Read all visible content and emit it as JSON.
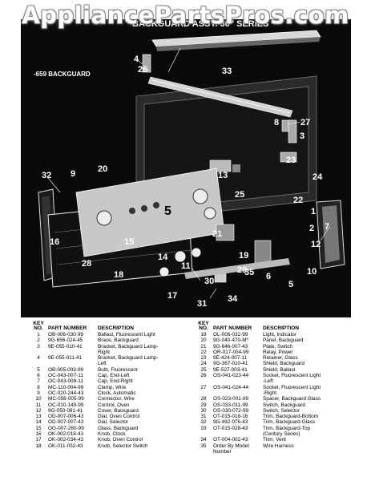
{
  "watermark": "AppliancePartsPros.com",
  "diagram": {
    "title": "BACKGUARD ASSY. 30\" SERIES",
    "subtitle": "-659 BACKGUARD",
    "callouts": [
      "33",
      "4",
      "26",
      "8",
      "27",
      "3",
      "24",
      "23",
      "32",
      "9",
      "20",
      "13",
      "25",
      "22",
      "1",
      "7",
      "2",
      "12",
      "15",
      "21",
      "16",
      "28",
      "14",
      "18",
      "11",
      "19",
      "10",
      "6",
      "5",
      "30",
      "17",
      "31",
      "34",
      "35",
      "29"
    ]
  },
  "table": {
    "headers": {
      "key": "KEY\nNO.",
      "part": "PART NUMBER",
      "desc": "DESCRIPTION"
    },
    "left": [
      {
        "key": "1",
        "part": "OB-006-030-99",
        "desc": "Ballast, Fluorescent Light"
      },
      {
        "key": "2",
        "part": "9G-656-024-45",
        "desc": "Brace, Backguard"
      },
      {
        "key": "3",
        "part": "9E-055-010-41",
        "desc": "Bracket, Backguard Lamp-\nRight"
      },
      {
        "key": "4",
        "part": "9E-055-011-41",
        "desc": "Bracket, Backguard Lamp-\nLeft"
      },
      {
        "key": "5",
        "part": "OB-005-003-99",
        "desc": "Bulb, Fluorescent"
      },
      {
        "key": "6",
        "part": "OC-043-007-11",
        "desc": "Cap, End-Left"
      },
      {
        "key": "7",
        "part": "OC-043-008-11",
        "desc": "Cap, End-Right"
      },
      {
        "key": "8",
        "part": "MC-110-004-99",
        "desc": "Clamp, Wire"
      },
      {
        "key": "9",
        "part": "OC-020-244-43",
        "desc": "Clock, Automatic"
      },
      {
        "key": "10",
        "part": "MC-058-005-99",
        "desc": "Connector, Wire"
      },
      {
        "key": "11",
        "part": "OC-010-149-99",
        "desc": "Control, Oven"
      },
      {
        "key": "12",
        "part": "9G-050-081-41",
        "desc": "Cover, Backguard"
      },
      {
        "key": "13",
        "part": "OD-007-006-43",
        "desc": "Dial, Oven Control"
      },
      {
        "key": "14",
        "part": "OD-007-007-43",
        "desc": "Dial, Selector"
      },
      {
        "key": "15",
        "part": "OG-007-260-99",
        "desc": "Glass, Backguard"
      },
      {
        "key": "16",
        "part": "OK-002-018-43",
        "desc": "Knob, Clock"
      },
      {
        "key": "17",
        "part": "OK-002-034-43",
        "desc": "Knob, Oven Control"
      },
      {
        "key": "18",
        "part": "OK-011-052-43",
        "desc": "Knob, Selector Switch"
      }
    ],
    "right": [
      {
        "key": "19",
        "part": "OL-006-032-99",
        "desc": "Light, Indicator"
      },
      {
        "key": "20",
        "part": "9G-040-470-M*",
        "desc": "Panel, Backguard"
      },
      {
        "key": "21",
        "part": "9G-646-007-43",
        "desc": "Plate, Switch"
      },
      {
        "key": "22",
        "part": "OR-017-004-99",
        "desc": "Relay, Power"
      },
      {
        "key": "23",
        "part": "9E-424-007-11",
        "desc": "Retainer, Glass"
      },
      {
        "key": "24",
        "part": "9G-367-010-41",
        "desc": "Shield, Backguard"
      },
      {
        "key": "25",
        "part": "9E-527-003-41",
        "desc": "Shield, Ballast"
      },
      {
        "key": "26",
        "part": "OS-041-023-44",
        "desc": "Socket, Fluorescent Light\n-Left"
      },
      {
        "key": "27",
        "part": "OS-041-024-44",
        "desc": "Socket, Fluorescent Light\n-Right"
      },
      {
        "key": "28",
        "part": "OS-023-001-99",
        "desc": "Spacer, Backguard Glass"
      },
      {
        "key": "29",
        "part": "OS-033-011-99",
        "desc": "Switch, Backguard"
      },
      {
        "key": "30",
        "part": "OS-030-072-99",
        "desc": "Switch, Selector"
      },
      {
        "key": "31",
        "part": "OT-015-018-16",
        "desc": "Trim, Backguard-Bottom"
      },
      {
        "key": "32",
        "part": "9G-492-076-43",
        "desc": "Trim, Backguard-Glass"
      },
      {
        "key": "33",
        "part": "OT-015-028-43",
        "desc": "Trim, Backguard-Top\n(Century Series)"
      },
      {
        "key": "34",
        "part": "OT-004-002-43",
        "desc": "Trim, Vent"
      },
      {
        "key": "35",
        "part": "Order By Model\nNumber",
        "desc": "Wire Harness"
      }
    ]
  }
}
